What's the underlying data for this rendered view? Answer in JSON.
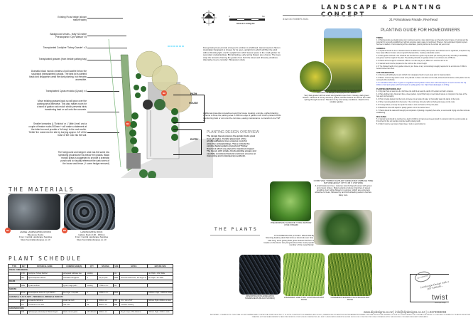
{
  "header": {
    "title": "LANDSCAPE & PLANTING CONCEPT",
    "date": "31st OCTOBER 2021",
    "address": "21 Pohutukawa Parade, Riverhead",
    "scale_label": "SCALE 1:100@A3",
    "scale_start": "0",
    "scale_end": "5m"
  },
  "plan_labels": [
    "Existing Ficus hedge (shown mature width)",
    "Background shrubs - leafy NZ native Pseudopanax 'Cyril Watson' x5",
    "Transplanted Cordyline 'Torbay Dazzler' x 3",
    "Transplanted grasses (from beside parking bay)",
    "Dramatic black mondo creates a bold swathe below the sculptural (transplanted) cycads. The tank lid is painted black and disappears amid the dark planting, but remains accessible.",
    "Transplanted Cycas revoluta (Cycad) x 4",
    "Move existing grasses back so will grow over the parking area otherwise. This also makes room for a band of gabion rock mulch which prevents birds transferring bark or soil onto the concrete.",
    "Smaller lomandra (L 'Echidna' or L 'Little Lime') and a couple of feature rocks 500mm + will make a statement at the letter box and provide a 'full stop' to the rock mulch. 'Settle' the rocks into the site by burying approx. 1/3 of the base of the rock into the soil.",
    "The foreground and stepper area has the same low spreading groundcover as below the cycads. Black mondo grass is suggested to provide a dramatic punch and to visually reference the dark tones of the house and fence. (* some hedge removed)"
  ],
  "plan": {
    "path_label": "PATH",
    "house_label": "HOUSE",
    "entry_label": "ENTRY",
    "dim_label": "5000",
    "badges": [
      "M1",
      "M2"
    ],
    "tree_note": "Fast growing trees provide a long term solution to windbreak. Hymenosporum flavum (Australian frangipani) is chosen for its open, upright form which will filter the wind without blocking light, and its upright form which leaves space in the small garden for secondary underplantings. Bird attracting, early spring flowers are a bonus. The trees wrap the fenceline framing the garden from both the street and driveway viewlines. Alternative tree to consider: Pittosporum silvia",
    "grass_note": "Additional grass-like lomandra around the house creating a simple, unified planting scheme to wrap the parking area. A 300mm edge of gabion rock mulch prevents birds transferring bark or soil onto the concrete, easing maintenance. Lomandra 'Lime Tuff' x6"
  },
  "overview": {
    "heading": "PLANTING DESIGN OVERVIEW",
    "body": "The design layout ensures the garden looks great from all angles. Careful placement of the windbreak/feature trees ensures room for attractive underplantings. These include the existing feature plants (cycad and 'Torbay Dazzlers') which are placed for maximum impact. The layout, with simple, block-planting groups and carefully considered textural contrasts ensures an interesting and contemporary aesthetic."
  },
  "materials": {
    "heading": "THE MATERIALS",
    "items": [
      {
        "badge": "M1",
        "name": "LARGE LANDSCAPING ROCKS",
        "detail": "Bluestone Rocks",
        "supplier": "From: Central Landscape Supplies",
        "url": "https://centrallandscapes.co.nz/"
      },
      {
        "badge": "M2",
        "name": "LANDSCAPING ROCK",
        "detail": "Gabion Rock | 100 - 300mm",
        "supplier": "From: Central Landscape Supplies",
        "url": "https://centrallandscapes.co.nz/"
      }
    ]
  },
  "schedule": {
    "heading": "PLANT SCHEDULE",
    "columns": [
      "TYPE",
      "KEY",
      "BOTANICAL NAME",
      "COMMON NAME(S)",
      "QTY",
      "SPACING",
      "SIZE",
      "NOTES",
      "MATURE SIZE"
    ],
    "rows": [
      {
        "group": "TREES / ORNAMENTAL"
      },
      {
        "cells": [
          "",
          "CTD",
          "Cordyline 'Torbay Dazzler'",
          "variegated cabbage tree",
          "existing",
          "",
          "n/a",
          "",
          "4m High x 1.5m Wide"
        ]
      },
      {
        "cells": [
          "",
          "HFL",
          "Hymenosporum flavum",
          "Australian frangipani",
          "3",
          "As per plan",
          "PB95",
          "Recommended size; but larger ok",
          "6m High x 3m Wide"
        ]
      },
      {
        "group": "PALMS"
      },
      {
        "cells": [
          "",
          "CRE",
          "Cycas revoluta",
          "cycad / sago palm",
          "existing",
          "1700mm c/c",
          "n/a",
          "",
          ""
        ]
      },
      {
        "group": "SHRUBS"
      },
      {
        "cells": [
          "",
          "PCW",
          "Pseudopanax lessonii 'Cyril Watson'",
          "five finger / houpara",
          "5",
          "1000mm c/c",
          "PB12",
          "",
          "1800mm High x 1000mm Wide"
        ]
      },
      {
        "group": "GRASSES & FLAX PLANTS - PERENNIALS, BRIDGES & FERN ETC"
      },
      {
        "cells": [
          "",
          "LEC",
          "Lomandra 'Echidna'",
          "small mat rush",
          "3",
          "600mm c/c",
          "PB3",
          "Or L 'Lime Tuff'",
          "600mm High x 900mm x wide"
        ]
      },
      {
        "cells": [
          "",
          "LLT",
          "Lomandra 'Lime Tuff'",
          "mat rush",
          "10",
          "800mm c/c",
          "PB3",
          "Includes existing",
          ""
        ]
      },
      {
        "group": "GROUNDCOVERS"
      },
      {
        "cells": [
          "",
          "ONI",
          "Ophiopogon planiscapus 'Black Dragon'",
          "black mondo grass",
          "130 divisions",
          "200mm c/c",
          "",
          "Buy in trays of 50 divisions",
          "200mm High x 300mm wide"
        ]
      }
    ]
  },
  "plants": {
    "heading": "THE PLANTS",
    "items": [
      {
        "name": "HYMENOSPORUM FLAVUM (AUSTRALIAN FRANGIPANI)",
        "size": "GROWS TO 6M (H) X 3M (W) IN 10 YEARS",
        "desc": "Very fast-grower with an erect and graceful open form. Glossy, dark green leaves. Clusters of honey-scented, yellow, tubular flowers are borne from late spring through summer. Tolerant of dry and windy conditions. Ideal for the smaller garden."
      },
      {
        "name": "CORDYLINE 'TORBAY DAZZLER' VARIEGATED CABBAGE TREE",
        "size": "MATURE HEIGHT: UP TO 4M X 1.5M WIDE",
        "desc": "A small statement tree, matures sword shaped leaves with green and cream stripes. Mature plants produce branches of sweet smelling, ivory white flowers in summer, which are extremely attractive to bees, followed by and bird attracting autumn berries. Easy care."
      },
      {
        "name": "PSEUDOPANAX LESSONII 'CYRIL WATSON' (FIVE FINGER)",
        "size": "",
        "desc": ""
      },
      {
        "name": "CYCUS REVOLUTA (CYCAD / SAGO PALM)",
        "size": "",
        "desc": "Stunning feature plant that forms a low trunk over time. Has long, erect glossy dark green leaves that form a rosette on the trunk. Very long lived and the most popular member of the cycad family."
      },
      {
        "name": "OPHIOPOGON PLANISCAPUS NIGRESCENS (BLACK MONDO)",
        "size": "",
        "desc": ""
      },
      {
        "name": "LOMANDRA 'LIME TUFF' AUSTRALIAN MAT RUSH",
        "size": "",
        "desc": ""
      },
      {
        "name": "LOMANDRA 'ECHIDNA' AUSTRALIAN MAT RUSH",
        "size": "",
        "desc": ""
      }
    ]
  },
  "guide": {
    "heading": "PLANTING GUIDE FOR HOMEOWNERS",
    "sections": [
      {
        "num": "1.",
        "title": "TIMING",
        "items": [
          "1.1. Planting works are ideally carried out in spring or autumn, when plants have an inherently better chance of survival and the potential for successful establishment without extensive water usage is maximised. However, if an automated irrigation system has been installed, or hand watering will be undertaken, planting works can be carried out year round."
        ]
      },
      {
        "num": "2.",
        "title": "GENERAL",
        "items": [
          "2.1. All plants should be true to botanical name as differences within plant species and cultivars can be significant, and plants may have vastly different mature sizes or growth characteristics, creating undesirable results.",
          "2.2. Plant grades outlined in the schedule are intended as a guide only as plant pot and bag sizes vary according to availability and grower and the height of the plant. The planting schedule is typically written to a minimum size of PB size.",
          "2.3. Plants will be bought in containers: PB3 is in a 3 litre bag or pot; PB12 is in a 12 litre and so on.",
          "2.4. Garden beds must be prepared so the soil is at the correct height.",
          "2.5. The finished height of any garden close to your house or any surroundings is legally required to be a minimum of 150mm below finished floor level."
        ]
      },
      {
        "num": "3.",
        "title": "SITE PREPARATION",
        "items": [
          "3.1. Remove all building items and rubbish from designated beds to level areas prior to implementation.",
          "3.2. Before commencing work in areas to be planted or where new lawn is to be laid, all weeds and invasive exotic plants must be removed with a herbicide.",
          "3.3. In situations where there is grass or a significant weed problem exists, there will most likely be a need to remove the top 100mm of soil and replace with fresh topsoil or quality garden mix. https://www.diydesigns.co.nz/blog"
        ]
      },
      {
        "num": "4.",
        "title": "PLANTING METHODOLOGY",
        "items": [
          "4.1. Dig plant hole at least one & a half times the width & at least the depth of the plant root ball / container.",
          "4.2. Place fertiliser tabs, blood and bone, sheep pellets, mycorrhizal fungi, or well-rotted manure or compost in the base of the hole and mix thoroughly.",
          "4.3. Prior to being planted into their pots, immerse into a bucket of water or thoroughly water the plants in their pots.",
          "4.4. When removing plants from their pots, if the roots have formed a tight root ball gently tease out the roots.",
          "4.5. If using stakes (or trees) then push the stake in now and hammer firmly into place.",
          "4.6. Backfill the hole with topsoil or quality garden mix to the desired level.",
          "4.7. Plants should be watered thoroughly at completion of planting & regularly there after, so as to avoid drying out while roots are establishing."
        ]
      },
      {
        "num": "5.",
        "title": "MULCHING",
        "items": [
          "5.1. Garden beds should be mulched to a depth of 100mm to help prevent weed growth. A compost mulch is recommended as this will enrich the soil and also promote healthy plant growth.",
          "5.2. Mulch must be kept clear of plant base / trunk to avoid collar rot."
        ]
      }
    ]
  },
  "brand": {
    "stamp": "DIY DESIGNS",
    "tagline": "Landscape Design with a DIY Attitude...",
    "logo": "twist",
    "logo_sub": "landscape design"
  },
  "footer": {
    "contact": "www.diydesigns.co.nz | info@diydesigns.co.nz | c.0274994093",
    "disclaimer": "IMPORTANT - PLEASE NOTE: THIS PLAN IS FOR PLANNING AND CONCEPTUAL PURPOSES ONLY. IT IS NOT A CONSTRUCTION DRAWING. ANY LEVELS, DIMENSIONS OR SERVICES SHOWN ARE APPROXIMATE ONLY AND SHOULD BE VERIFIED ON SITE BY CLIENTS AGENT OR CONTRACTOR PRIOR TO CONSTRUCTION AND NOT SCALED FROM THIS DRAWING. ACTUAL MEASUREMENTS TAKE PRECEDENCE OVER SCALED DIMENSIONS. ALL BUILT LANDSCAPE ELEMENTS SHOWN SHOULD BE CONSTRUCTED IN ACCORDANCE WITH THE BUILDING CODE AND RELEVANT STANDARDS."
  },
  "colors": {
    "accent_badge": "#e8553a",
    "hedge_green": "#7fa86f",
    "tree_canopy": "#d9d5a4",
    "link_blue": "#2a3fd6"
  }
}
